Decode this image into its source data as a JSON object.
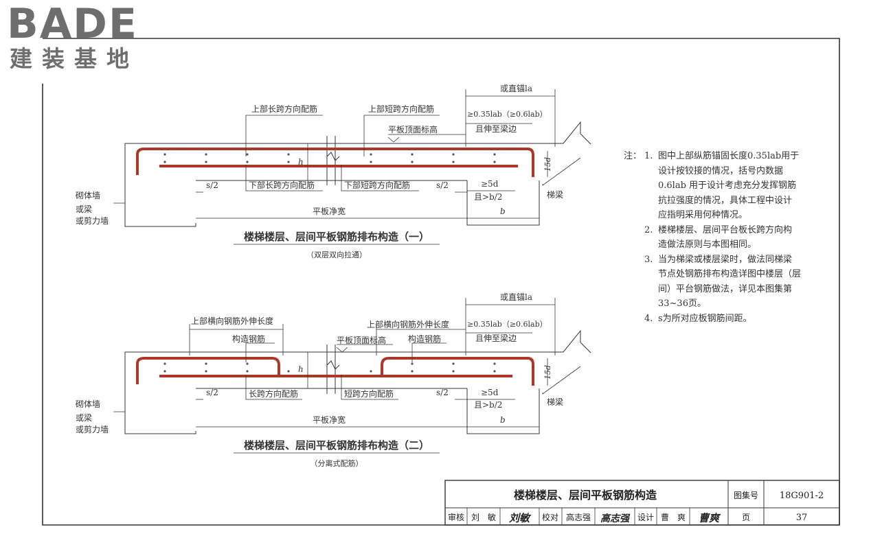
{
  "logo": {
    "brand": "BADE",
    "subtitle": "建装基地"
  },
  "diagram1": {
    "title": "楼梯楼层、层间平板钢筋排布构造（一）",
    "subtitle": "（双层双向拉通）",
    "top_length_label": "上部长跨方向配筋",
    "top_short_label": "上部短跨方向配筋",
    "bottom_length_label": "下部长跨方向配筋",
    "bottom_short_label": "下部短跨方向配筋",
    "top_elev": "平板顶面标高",
    "anchor_alt": "或直锚la",
    "anchor_main": "≥0.35lab（≥0.6lab）",
    "anchor_note": "且伸至梁边",
    "h": "h",
    "d15": "15d",
    "s_half_left": "s/2",
    "s_half_right": "s/2",
    "min5d": "≥5d",
    "b_half": "且>b/2",
    "clear_width": "平板净宽",
    "b": "b",
    "beam": "梯梁",
    "wall1": "砌体墙",
    "wall2": "或梁",
    "wall3": "或剪力墙"
  },
  "diagram2": {
    "title": "楼梯楼层、层间平板钢筋排布构造（二）",
    "subtitle": "（分离式配筋）",
    "ext_left": "上部横向钢筋外伸长度",
    "ext_right": "上部横向钢筋外伸长度",
    "constr_left": "构造钢筋",
    "constr_right": "构造钢筋",
    "top_elev": "平板顶面标高",
    "length_label": "长跨方向配筋",
    "short_label": "短跨方向配筋",
    "anchor_alt": "或直锚la",
    "anchor_main": "≥0.35lab（≥0.6lab）",
    "anchor_note": "且伸至梁边",
    "h": "h",
    "d15": "15d",
    "s_half_left": "s/2",
    "s_half_right": "s/2",
    "min5d": "≥5d",
    "b_half": "且>b/2",
    "clear_width": "平板净宽",
    "b": "b",
    "beam": "梯梁",
    "wall1": "砌体墙",
    "wall2": "或梁",
    "wall3": "或剪力墙"
  },
  "notes": {
    "label": "注：",
    "items": [
      {
        "num": "1.",
        "lines": [
          "图中上部纵筋锚固长度0.35lab用于",
          "设计按铰接的情况，括号内数据",
          "0.6lab 用于设计考虑充分发挥钢筋",
          "抗拉强度的情况，具体工程中设计",
          "应指明采用何种情况。"
        ]
      },
      {
        "num": "2.",
        "lines": [
          "楼梯楼层、层间平台板长跨方向构",
          "造做法原则与本图相同。"
        ]
      },
      {
        "num": "3.",
        "lines": [
          "当为梯梁或楼层梁时，做法同梯梁",
          "节点处钢筋排布构造详图中楼层（层",
          "间）平台钢筋做法，详见本图集第",
          "33~36页。"
        ]
      },
      {
        "num": "4.",
        "lines": [
          "s为所对应板钢筋间距。"
        ]
      }
    ]
  },
  "title_block": {
    "main_title": "楼梯楼层、层间平板钢筋构造",
    "atlas_label": "图集号",
    "atlas_no": "18G901-2",
    "review_label": "审核",
    "reviewer": "刘　敏",
    "reviewer_sign": "刘敏",
    "check_label": "校对",
    "checker": "高志强",
    "checker_sign": "高志强",
    "design_label": "设计",
    "designer": "曹　爽",
    "designer_sign": "曹爽",
    "page_label": "页",
    "page_no": "37"
  },
  "colors": {
    "rebar": "#a93a2a",
    "line": "#333333",
    "logo": "#6e6e6e"
  }
}
